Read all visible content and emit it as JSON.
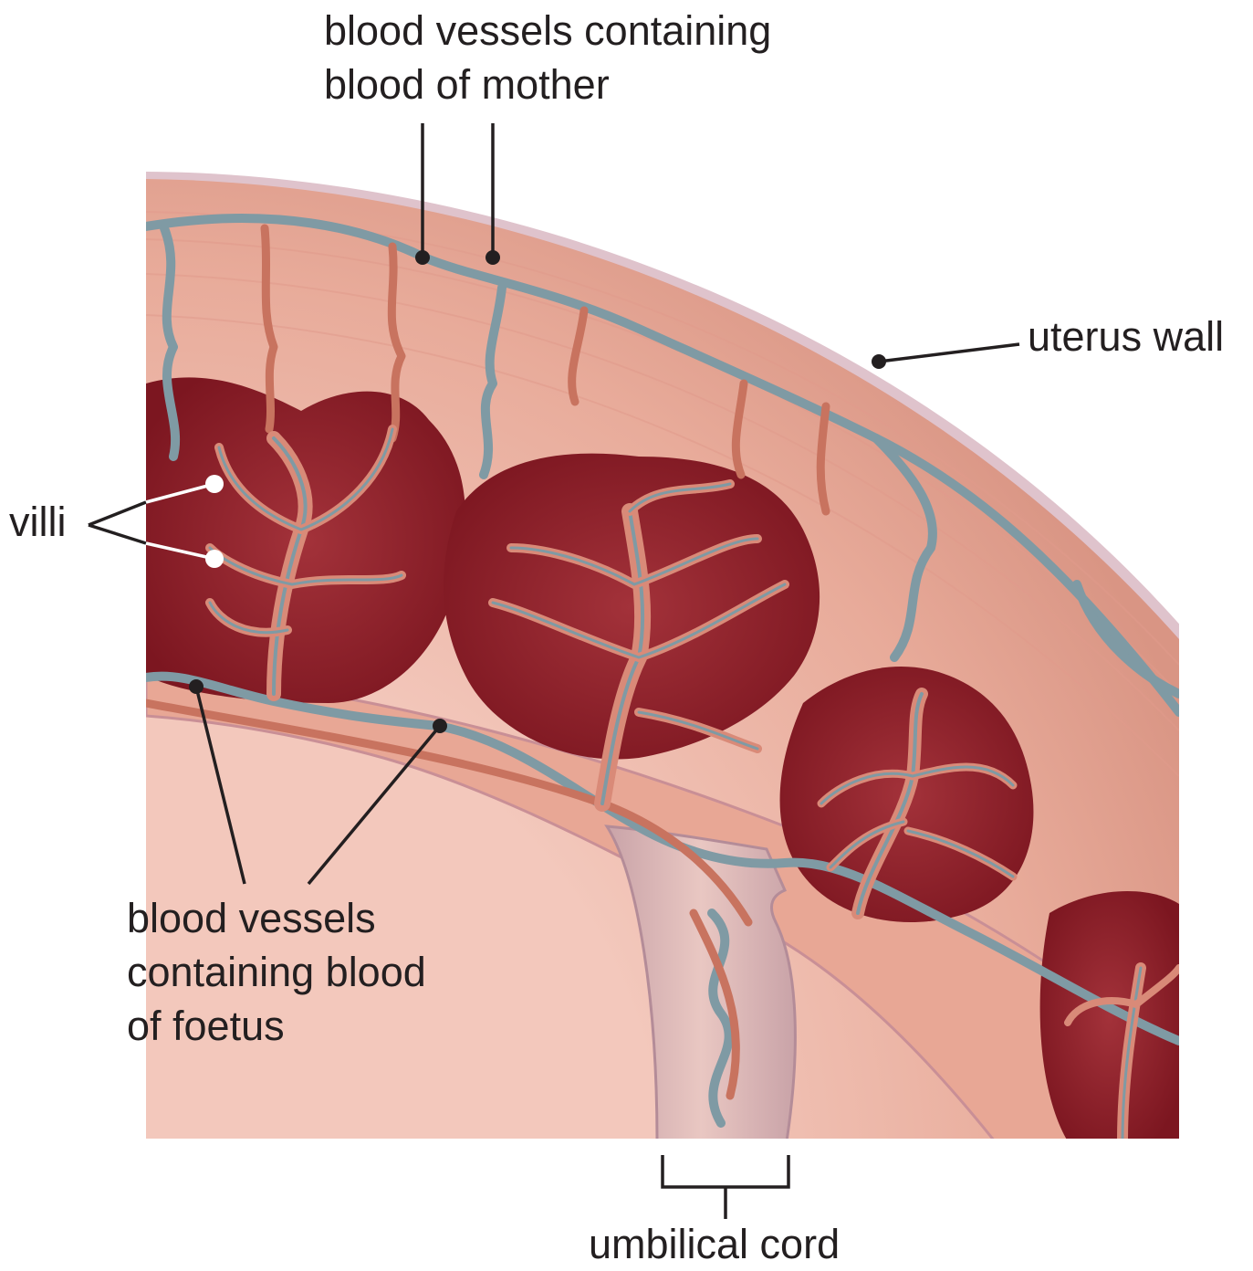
{
  "labels": {
    "mother_vessels": [
      "blood vessels containing",
      "blood of mother"
    ],
    "uterus_wall": "uterus wall",
    "villi": "villi",
    "foetus_vessels": [
      "blood vessels",
      "containing blood",
      "of foetus"
    ],
    "umbilical_cord": "umbilical cord"
  },
  "colors": {
    "uterus_tissue": "#e7a796",
    "uterus_outer_edge": "#d8b8c4",
    "blood_space": "#8e1d28",
    "villus_tissue": "#d98a78",
    "mother_vessel_blue": "#7f9aa4",
    "foetal_vessel_red": "#c8735f",
    "leader_line": "#231f20",
    "marker_white": "#ffffff"
  }
}
